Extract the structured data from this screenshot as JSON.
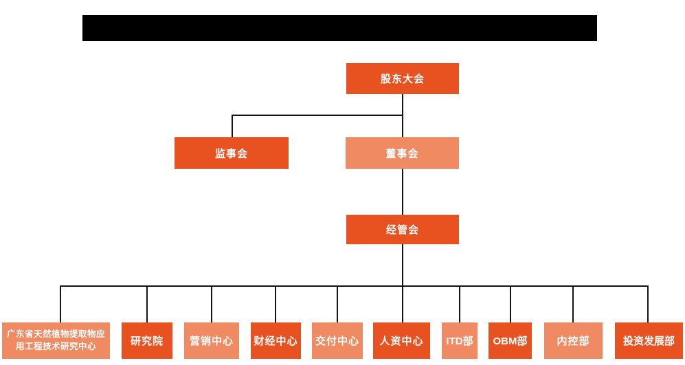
{
  "page": {
    "background_color": "#ffffff",
    "redacted_title_bar_color": "#000000"
  },
  "colors": {
    "node_primary": "#E85120",
    "node_secondary": "#EF8A62",
    "connector_line": "#141414",
    "node_text": "#ffffff"
  },
  "org_chart": {
    "root": {
      "label": "股东大会",
      "variant": "primary"
    },
    "level2": [
      {
        "label": "监事会",
        "variant": "primary"
      },
      {
        "label": "董事会",
        "variant": "secondary"
      }
    ],
    "level3": {
      "label": "经管会",
      "variant": "primary"
    },
    "departments": [
      {
        "label": "广东省天然植物提取物应用工程技术研究中心",
        "lines": [
          "广东省天然植物提取物应",
          "用工程技术研究中心"
        ],
        "variant": "secondary"
      },
      {
        "label": "研究院",
        "variant": "primary"
      },
      {
        "label": "营销中心",
        "variant": "secondary"
      },
      {
        "label": "财经中心",
        "variant": "primary"
      },
      {
        "label": "交付中心",
        "variant": "secondary"
      },
      {
        "label": "人资中心",
        "variant": "primary"
      },
      {
        "label": "ITD部",
        "variant": "secondary"
      },
      {
        "label": "OBM部",
        "variant": "primary"
      },
      {
        "label": "内控部",
        "variant": "secondary"
      },
      {
        "label": "投资发展部",
        "variant": "primary"
      }
    ]
  }
}
